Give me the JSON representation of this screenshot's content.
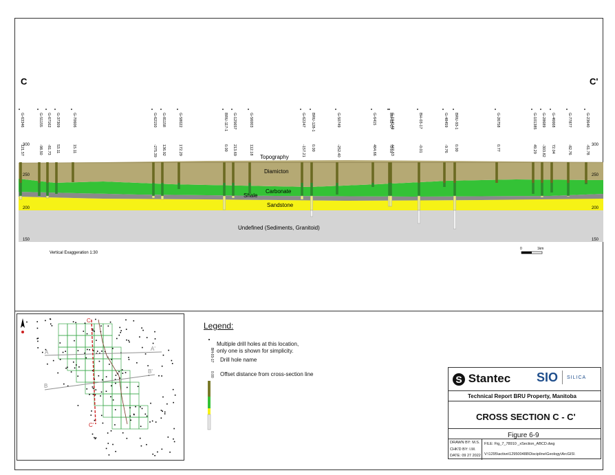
{
  "section": {
    "left_label": "C",
    "right_label": "C'",
    "vertical_exaggeration": "Vertical Exaggeration 1:30",
    "scale_zero": "0",
    "scale_km": "1km",
    "elevation_ticks": [
      "300",
      "250",
      "200",
      "150"
    ],
    "layers": [
      {
        "name": "Topography",
        "color": "#b5a974"
      },
      {
        "name": "Diamicton",
        "color": "#b5a974"
      },
      {
        "name": "Carbonate",
        "color": "#34c236"
      },
      {
        "name": "Shale",
        "color": "#8a8a8a"
      },
      {
        "name": "Sandstone",
        "color": "#f6f216"
      },
      {
        "name": "Undefined (Sediments, Granitoid)",
        "color": "#d4d4d4"
      }
    ],
    "drill_holes": [
      {
        "name": "G-63346",
        "offset": "121.57"
      },
      {
        "name": "G-51155",
        "offset": "-98.50"
      },
      {
        "name": "G-67162",
        "offset": "-81.73"
      },
      {
        "name": "G-37309",
        "offset": "53.11"
      },
      {
        "name": "G-70606",
        "offset": "15.11"
      },
      {
        "name": "G-62150",
        "offset": "-275.39"
      },
      {
        "name": "G-81158",
        "offset": "136.92"
      },
      {
        "name": "G-58022",
        "offset": "172.29"
      },
      {
        "name": "BRU-117-1",
        "offset": "0.00"
      },
      {
        "name": "G-125657",
        "offset": "213.69"
      },
      {
        "name": "G-56003",
        "offset": "112.18"
      },
      {
        "name": "G-62247",
        "offset": "-157.21"
      },
      {
        "name": "BRU-128-1",
        "offset": "0.00"
      },
      {
        "name": "G-50749",
        "offset": "-252.40"
      },
      {
        "name": "G-6415",
        "offset": "484.66"
      },
      {
        "name": "BH-02-17",
        "offset": "-0.01"
      },
      {
        "name": "G-104143",
        "offset": "447.53"
      },
      {
        "name": "BH-03-17",
        "offset": "-0.01"
      },
      {
        "name": "G-48459",
        "offset": "-9.76"
      },
      {
        "name": "BRU-93-1",
        "offset": "0.00"
      },
      {
        "name": "G-26758",
        "offset": "0.77"
      },
      {
        "name": "G-101385",
        "offset": "49.29"
      },
      {
        "name": "G-28689",
        "offset": "-303.82"
      },
      {
        "name": "G-46668",
        "offset": "72.04"
      },
      {
        "name": "G-77877",
        "offset": "-82.76"
      },
      {
        "name": "G-23640",
        "offset": "-61.78"
      }
    ]
  },
  "map": {
    "lines": [
      {
        "label": "A",
        "color": "#909090"
      },
      {
        "label": "A'",
        "color": "#909090"
      },
      {
        "label": "B",
        "color": "#909090"
      },
      {
        "label": "B'",
        "color": "#909090"
      },
      {
        "label": "C",
        "color": "#cc1f1f"
      },
      {
        "label": "C'",
        "color": "#cc1f1f"
      }
    ]
  },
  "legend": {
    "title": "Legend:",
    "multiple_holes_line1": "Multiple drill holes at this location,",
    "multiple_holes_line2": "only one is shown for simplicity.",
    "drill_hole_name": "Drill hole name",
    "offset_distance": "Offset distance from cross-section line",
    "sample_name": "BH-03-17",
    "sample_offset": "0.00"
  },
  "title_block": {
    "company": "Stantec",
    "partner_logo": "SIO",
    "partner_suffix": "SILICA",
    "report": "Technical Report  BRU Property, Manitoba",
    "figure_title": "CROSS SECTION C - C'",
    "figure_number": "Figure 6-9",
    "drawn_by": "DRAWN BY:  M.S.",
    "checked_by": "CHK'D BY:  I.M.",
    "date": "DATE: 09 27 2022",
    "file": "FILE: Fig_7_78910 _xSection_ABCD.dwg",
    "path": "V:\\1295\\active\\129500488\\Discipline\\Geology\\ArcGIS\\"
  },
  "colors": {
    "accent_red": "#cc1f1f",
    "map_grid_green": "#3aa84a",
    "stantec_text": "#1a1a1a",
    "sio_blue": "#1f4e8c"
  }
}
